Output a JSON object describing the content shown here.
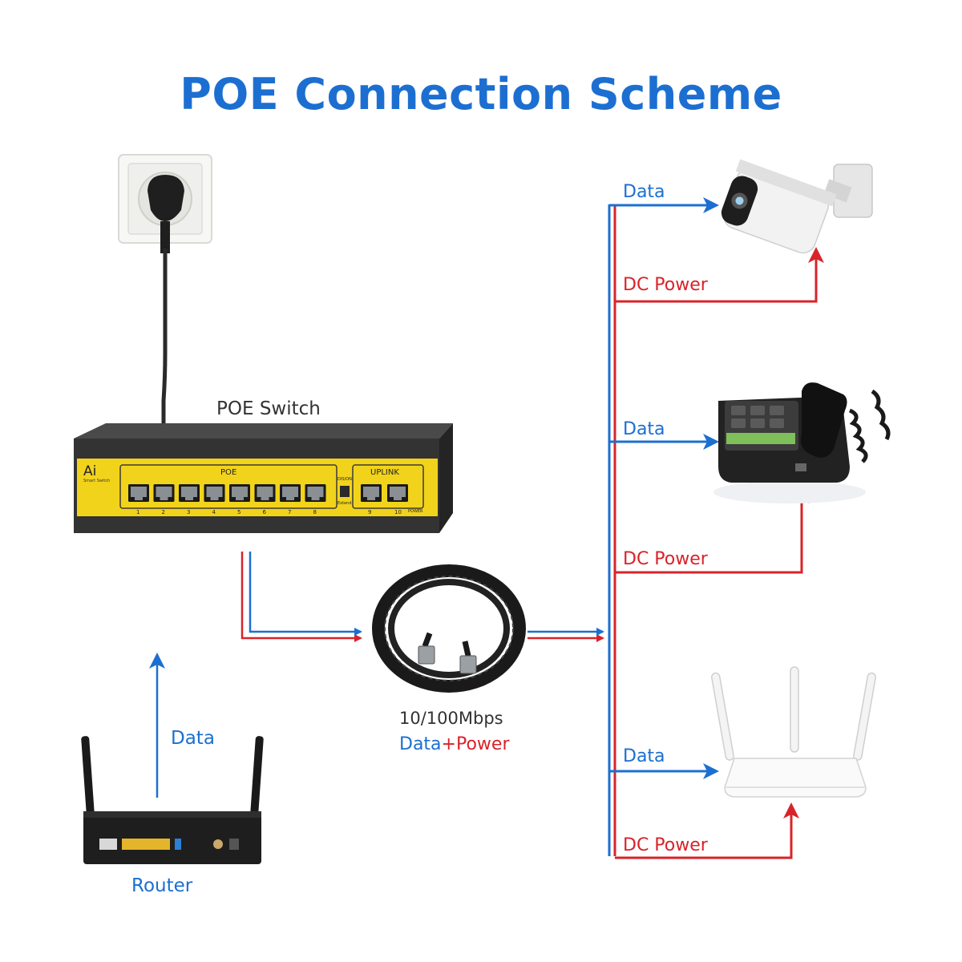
{
  "title": "POE Connection Scheme",
  "labels": {
    "switch": "POE Switch",
    "router": "Router",
    "router_data": "Data",
    "cable_speed": "10/100Mbps",
    "cable_data": "Data",
    "cable_plus": "+",
    "cable_power": "Power"
  },
  "switch_panel": {
    "brand": "Ai",
    "brand_sub": "Smart Switch",
    "poe_group": "POE",
    "uplink_group": "UPLINK",
    "port_numbers": [
      "1",
      "2",
      "3",
      "4",
      "5",
      "6",
      "7",
      "8"
    ],
    "uplink_numbers": [
      "9",
      "10"
    ],
    "mode_label": "DIS/ON",
    "extend_label": "Extend",
    "power_label": "POWER"
  },
  "devices": [
    {
      "name": "camera",
      "data_label": "Data",
      "power_label": "DC Power"
    },
    {
      "name": "phone",
      "data_label": "Data",
      "power_label": "DC Power"
    },
    {
      "name": "wifi",
      "data_label": "Data",
      "power_label": "DC Power"
    }
  ],
  "colors": {
    "title": "#1c6fd1",
    "data": "#1c6fd1",
    "power": "#d8232a",
    "switch_yellow": "#f2d31b",
    "switch_body": "#3a3a3a"
  }
}
